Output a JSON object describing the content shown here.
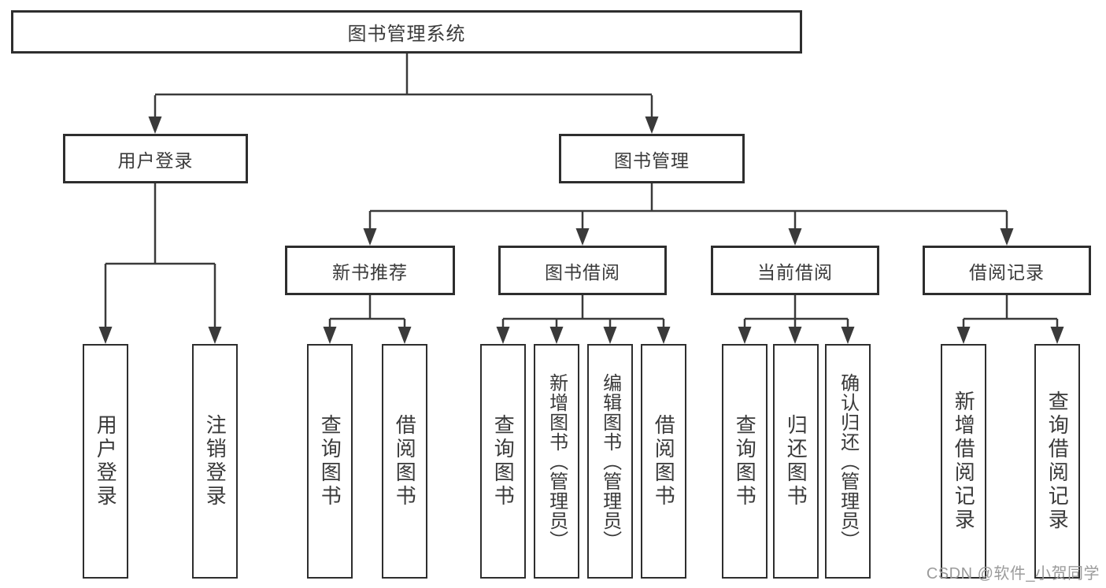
{
  "diagram_type": "hierarchy-tree",
  "colors": {
    "background": "#ffffff",
    "line": "#3a3a3a",
    "box_border": "#2e2e2e",
    "text": "#3a3a3a",
    "watermark": "#9b9b9b"
  },
  "tree": {
    "root": {
      "label": "图书管理系统"
    },
    "children": [
      {
        "label": "用户登录",
        "children": [
          {
            "label": "用户登录"
          },
          {
            "label": "注销登录"
          }
        ]
      },
      {
        "label": "图书管理",
        "children": [
          {
            "label": "新书推荐",
            "children": [
              {
                "label": "查询图书"
              },
              {
                "label": "借阅图书"
              }
            ]
          },
          {
            "label": "图书借阅",
            "children": [
              {
                "label": "查询图书"
              },
              {
                "label": "新增图书（管理员）"
              },
              {
                "label": "编辑图书（管理员）"
              },
              {
                "label": "借阅图书"
              }
            ]
          },
          {
            "label": "当前借阅",
            "children": [
              {
                "label": "查询图书"
              },
              {
                "label": "归还图书"
              },
              {
                "label": "确认归还（管理员）"
              }
            ]
          },
          {
            "label": "借阅记录",
            "children": [
              {
                "label": "新增借阅记录"
              },
              {
                "label": "查询借阅记录"
              }
            ]
          }
        ]
      }
    ]
  },
  "watermark": {
    "text": "CSDN @软件_小贺同学"
  }
}
